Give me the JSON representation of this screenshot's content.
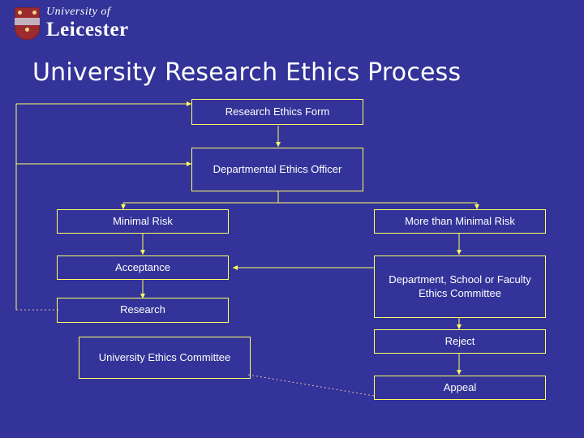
{
  "logo": {
    "crest_name": "university-crest",
    "line1": "University of",
    "line2": "Leicester"
  },
  "slide": {
    "title": "University Research Ethics Process",
    "background_color": "#333399",
    "node_border_color": "#ffff66",
    "text_color": "#ffffff"
  },
  "diagram": {
    "type": "flowchart",
    "nodes": [
      {
        "id": "form",
        "label": "Research Ethics Form"
      },
      {
        "id": "officer",
        "label": "Departmental Ethics Officer"
      },
      {
        "id": "minimal",
        "label": "Minimal Risk"
      },
      {
        "id": "morethan",
        "label": "More than Minimal Risk"
      },
      {
        "id": "acceptance",
        "label": "Acceptance"
      },
      {
        "id": "committee",
        "label": "Department, School or Faculty Ethics Committee"
      },
      {
        "id": "research",
        "label": "Research"
      },
      {
        "id": "reject",
        "label": "Reject"
      },
      {
        "id": "unicommittee",
        "label": "University Ethics Committee"
      },
      {
        "id": "appeal",
        "label": "Appeal"
      }
    ],
    "edges": [
      {
        "from": "form",
        "to": "officer"
      },
      {
        "from": "officer",
        "to": "minimal"
      },
      {
        "from": "officer",
        "to": "morethan"
      },
      {
        "from": "minimal",
        "to": "acceptance"
      },
      {
        "from": "morethan",
        "to": "committee"
      },
      {
        "from": "committee",
        "to": "acceptance"
      },
      {
        "from": "acceptance",
        "to": "research"
      },
      {
        "from": "committee",
        "to": "reject"
      },
      {
        "from": "reject",
        "to": "appeal"
      },
      {
        "from": "appeal",
        "to": "unicommittee"
      },
      {
        "from": "unicommittee",
        "to": "research"
      }
    ]
  }
}
